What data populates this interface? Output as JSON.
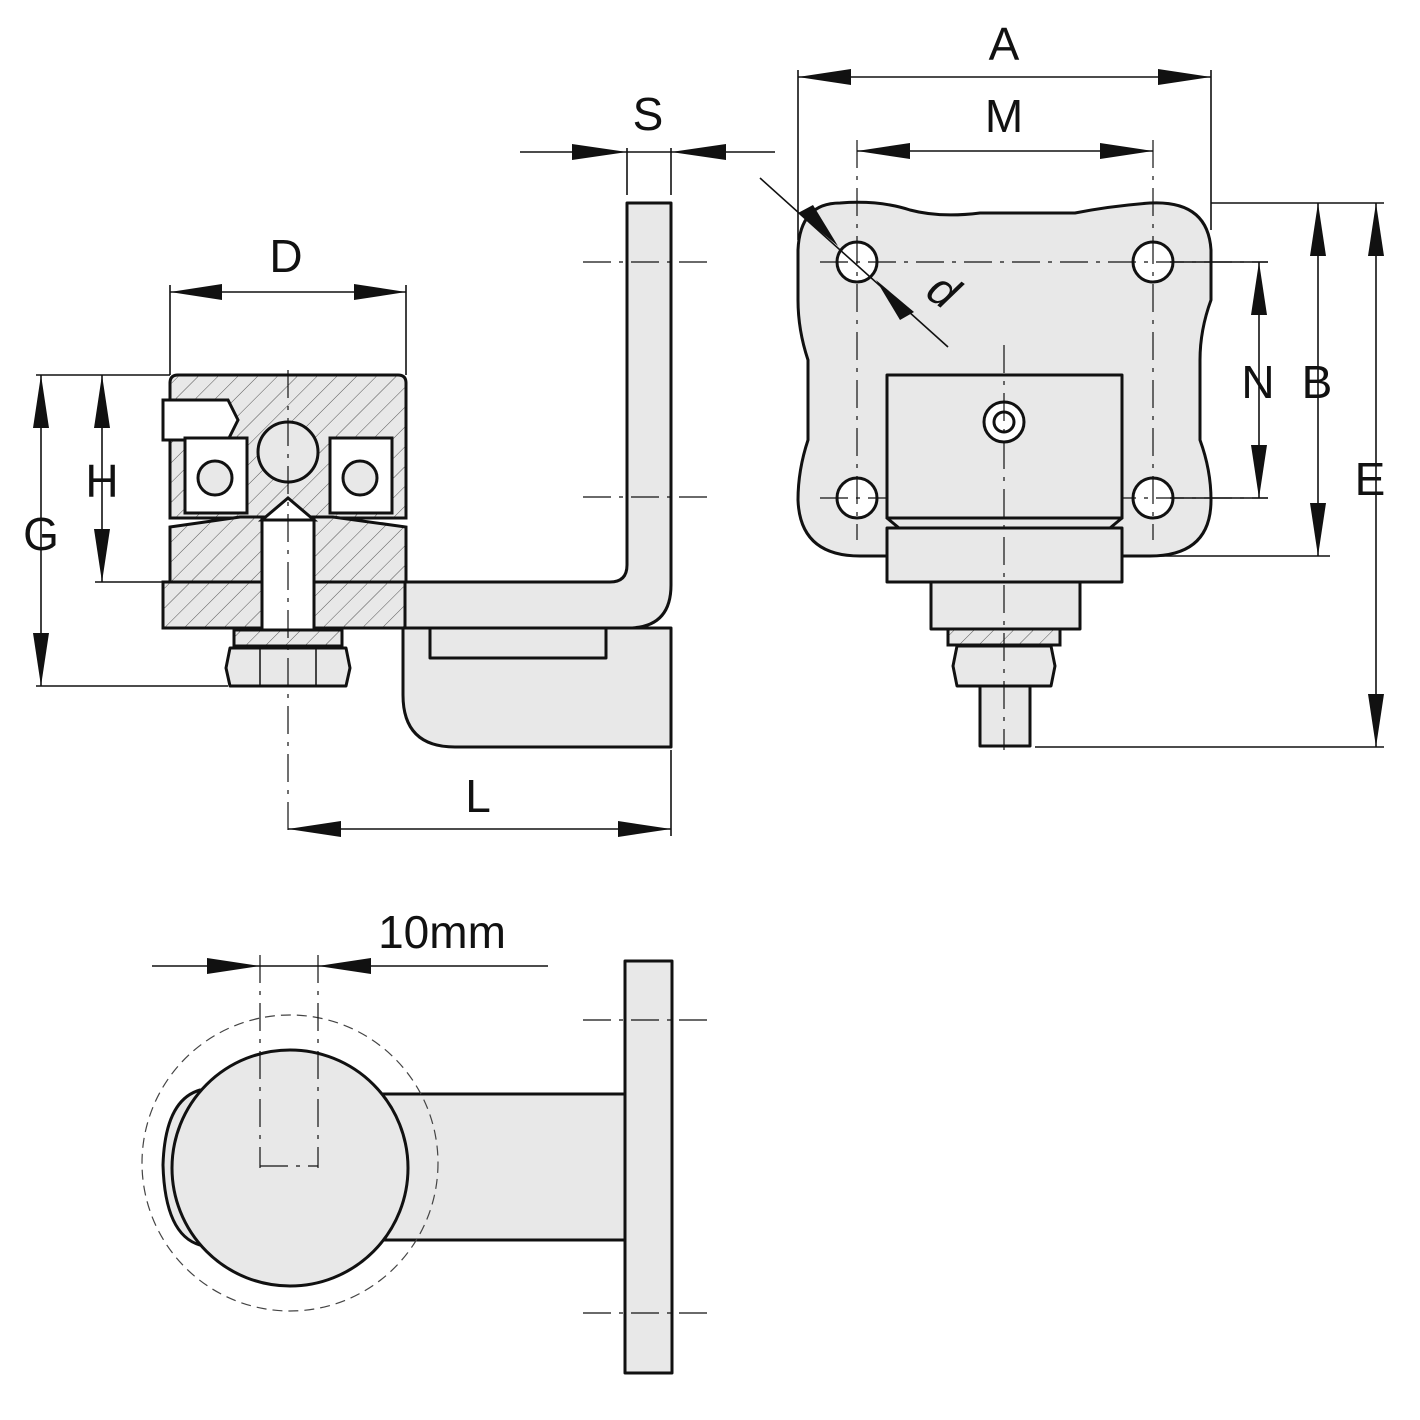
{
  "drawing": {
    "colors": {
      "line": "#111111",
      "part_fill": "#e8e8e8",
      "background": "#ffffff"
    },
    "dimensions": {
      "A": "A",
      "M": "M",
      "S": "S",
      "D": "D",
      "d": "d",
      "N": "N",
      "B": "B",
      "E": "E",
      "G": "G",
      "H": "H",
      "L": "L",
      "offset": "10mm"
    }
  }
}
